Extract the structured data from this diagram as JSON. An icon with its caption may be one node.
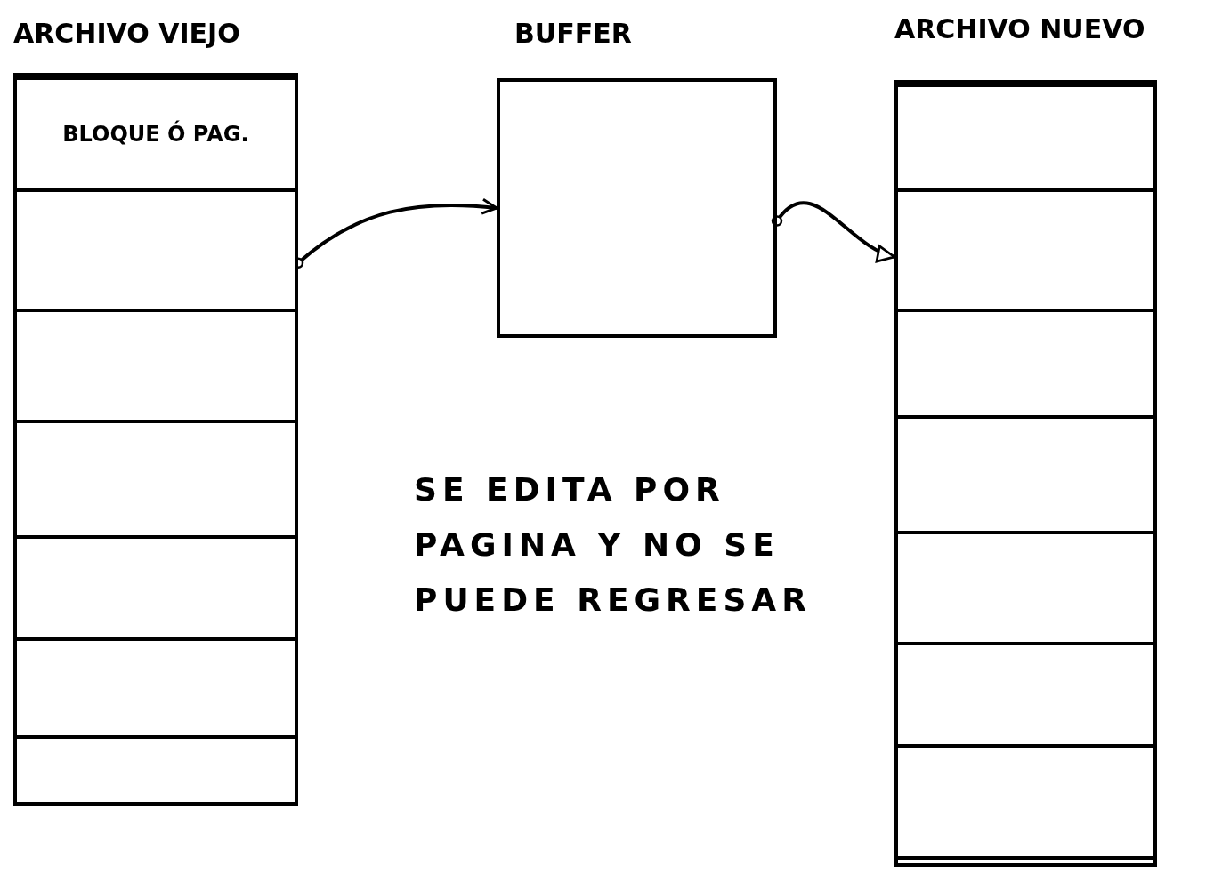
{
  "diagram": {
    "nodes": [
      {
        "text": [
          "ARCHIVO VIEJO"
        ]
      },
      {
        "text": [
          "BLOQUE Ó PAG."
        ],
        "in": 0
      },
      {
        "text": [],
        "shape": "box",
        "in": 0
      },
      {
        "text": [],
        "shape": "box",
        "in": 0
      },
      {
        "text": [],
        "shape": "box",
        "in": 0
      },
      {
        "text": [],
        "shape": "box",
        "in": 0
      },
      {
        "text": [],
        "shape": "box",
        "in": 0
      },
      {
        "text": [],
        "shape": "box",
        "in": 0
      },
      {
        "text": [
          "BUFFER"
        ]
      },
      {
        "text": [
          "ARCHIVO NUEVO"
        ]
      },
      {
        "text": [],
        "shape": "box",
        "in": 9
      },
      {
        "text": [],
        "shape": "box",
        "in": 9
      },
      {
        "text": [],
        "shape": "box",
        "in": 9
      },
      {
        "text": [],
        "shape": "box",
        "in": 9
      },
      {
        "text": [],
        "shape": "box",
        "in": 9
      },
      {
        "text": [],
        "shape": "box",
        "in": 9
      },
      {
        "text": [],
        "shape": "box",
        "in": 9
      }
    ],
    "edges": [
      {
        "from": 2,
        "to": 8,
        "arrow": "to"
      },
      {
        "from": 8,
        "to": 11,
        "arrow": "to"
      }
    ],
    "labels": [
      "SE EDITA POR PAGINA Y NO SE PUEDE REGRESAR"
    ]
  }
}
